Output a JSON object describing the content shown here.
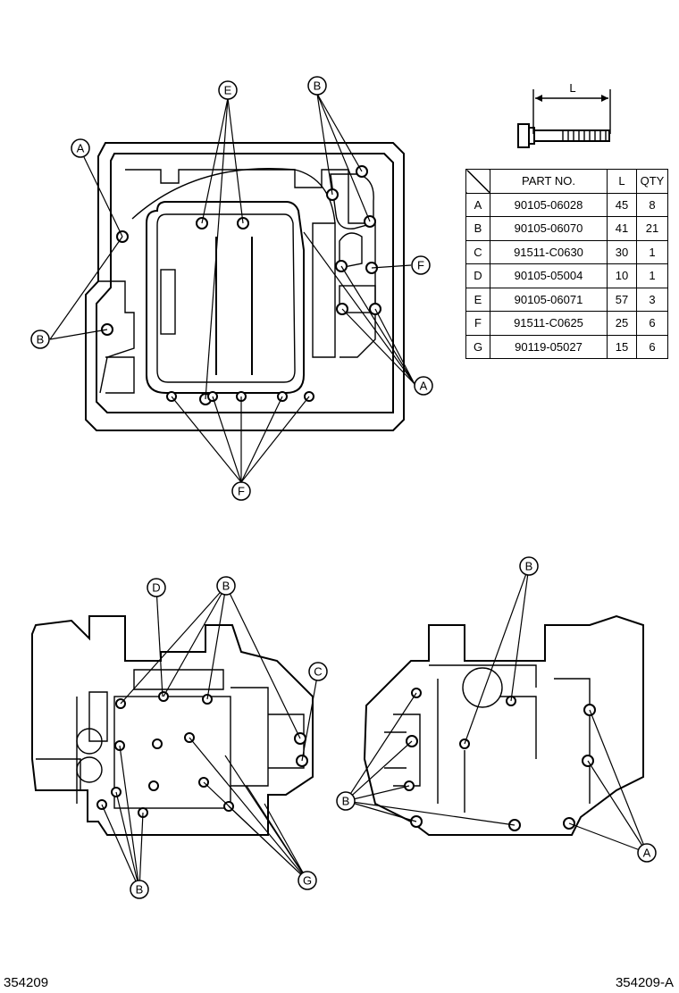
{
  "dimension_label": "L",
  "table": {
    "headers": {
      "part_no": "PART NO.",
      "length": "L",
      "qty": "QTY"
    },
    "rows": [
      {
        "key": "A",
        "part_no": "90105-06028",
        "length": "45",
        "qty": "8"
      },
      {
        "key": "B",
        "part_no": "90105-06070",
        "length": "41",
        "qty": "21"
      },
      {
        "key": "C",
        "part_no": "91511-C0630",
        "length": "30",
        "qty": "1"
      },
      {
        "key": "D",
        "part_no": "90105-05004",
        "length": "10",
        "qty": "1"
      },
      {
        "key": "E",
        "part_no": "90105-06071",
        "length": "57",
        "qty": "3"
      },
      {
        "key": "F",
        "part_no": "91511-C0625",
        "length": "25",
        "qty": "6"
      },
      {
        "key": "G",
        "part_no": "90119-05027",
        "length": "15",
        "qty": "6"
      }
    ]
  },
  "callouts": {
    "top_e": "E",
    "top_b": "B",
    "top_a_left": "A",
    "top_f_right": "F",
    "top_b_left": "B",
    "top_a_right": "A",
    "top_f_bottom": "F",
    "bl_d": "D",
    "bl_b_top": "B",
    "bl_c": "C",
    "bl_b_bottom": "B",
    "bl_g": "G",
    "br_b_top": "B",
    "br_b_left": "B",
    "br_a": "A"
  },
  "figure_numbers": {
    "left": "354209",
    "right": "354209-A"
  }
}
